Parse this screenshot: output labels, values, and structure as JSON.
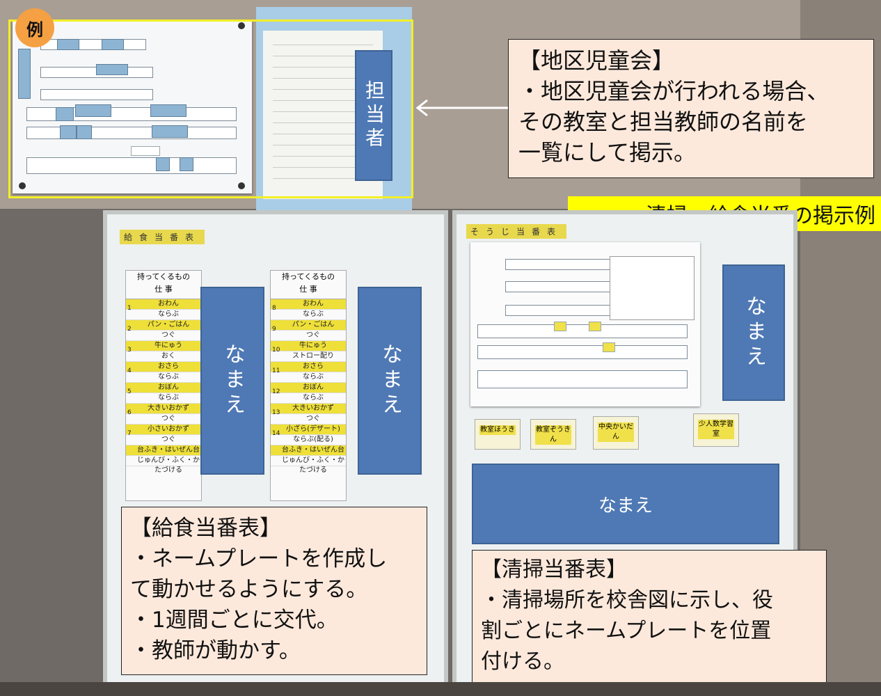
{
  "example_badge": "例",
  "tantousha_box": "担当者",
  "top_callout": {
    "title": "【地区児童会】",
    "lines": [
      "・地区児童会が行われる場合、",
      "その教室と担当教師の名前を",
      "一覧にして掲示。"
    ]
  },
  "section_label": "清掃・給食当番の掲示例",
  "name_boxes": {
    "lunch_left": "なまえ",
    "lunch_right": "なまえ",
    "cleaning_right": "なまえ",
    "cleaning_bottom": "なまえ"
  },
  "lunch_callout": {
    "title": "【給食当番表】",
    "lines": [
      "・ネームプレートを作成し",
      "て動かせるようにする。",
      "・1週間ごとに交代。",
      "・教師が動かす。"
    ]
  },
  "cleaning_callout": {
    "title": "【清掃当番表】",
    "lines": [
      "・清掃場所を校舎図に示し、役",
      "割ごとにネームプレートを位置",
      "付ける。"
    ]
  },
  "lunch_board": {
    "title": "給食当番表",
    "roster_header": [
      "持ってくるもの",
      "仕 事"
    ],
    "left_duties": [
      "おわん",
      "ならぶ",
      "パン・ごはん",
      "つぐ",
      "牛にゅう",
      "おく",
      "おさら",
      "ならぶ",
      "おぼん",
      "ならぶ",
      "大きいおかず",
      "つぐ",
      "小さいおかず",
      "つぐ",
      "台ふき・はいぜん台",
      "じゅんび・ふく・かたづける"
    ],
    "right_duties": [
      "おわん",
      "ならぶ",
      "パン・ごはん",
      "つぐ",
      "牛にゅう",
      "ストロー配り",
      "おさら",
      "ならぶ",
      "おぼん",
      "ならぶ",
      "大きいおかず",
      "つぐ",
      "小ざら(デザート)",
      "ならぶ(配る)",
      "台ふき・はいぜん台",
      "じゅんび・ふく・かたづける"
    ],
    "left_numbers": [
      "1",
      "2",
      "3",
      "4",
      "5",
      "6",
      "7"
    ],
    "right_numbers": [
      "8",
      "9",
      "10",
      "11",
      "12",
      "13",
      "14"
    ]
  },
  "cleaning_board": {
    "title": "そうじ当番表",
    "cards": [
      "教室ほうき",
      "教室ぞうきん",
      "中央かいだん",
      "少人数学習室"
    ]
  }
}
